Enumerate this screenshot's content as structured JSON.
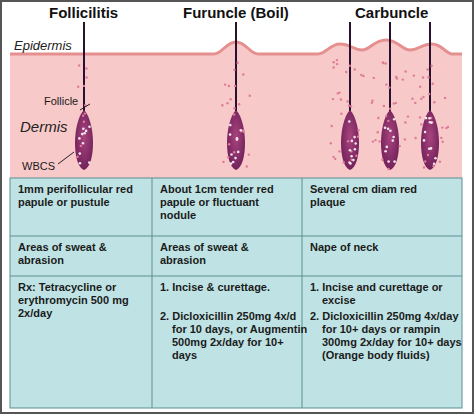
{
  "diagram": {
    "labels": [
      "Follicilitis",
      "Furuncle (Boil)",
      "Carbuncle",
      "Epidermis",
      "Follicle",
      "Dermis",
      "WBCS",
      "1mm perifollicular red papule or pustule",
      "About 1cm tender red papule or fluctuant nodule",
      "Several cm diam red plaque",
      "Areas of sweat & abrasion",
      "Areas of sweat & abrasion",
      "Nape of neck",
      "Rx: Tetracycline or erythromycin 500 mg 2x/day",
      "1. Incise & curettage.",
      "2. Dicloxicillin 250mg 4x/d for 10 days, or Augmentin 500mg 2x/day for 10+ days",
      "1. Incise and curettage or excise",
      "2. Dicloxicillin 250mg 4x/day for 10+ days or rampin 300mg 2x/day for 10+ days (Orange body fluids)"
    ]
  }
}
